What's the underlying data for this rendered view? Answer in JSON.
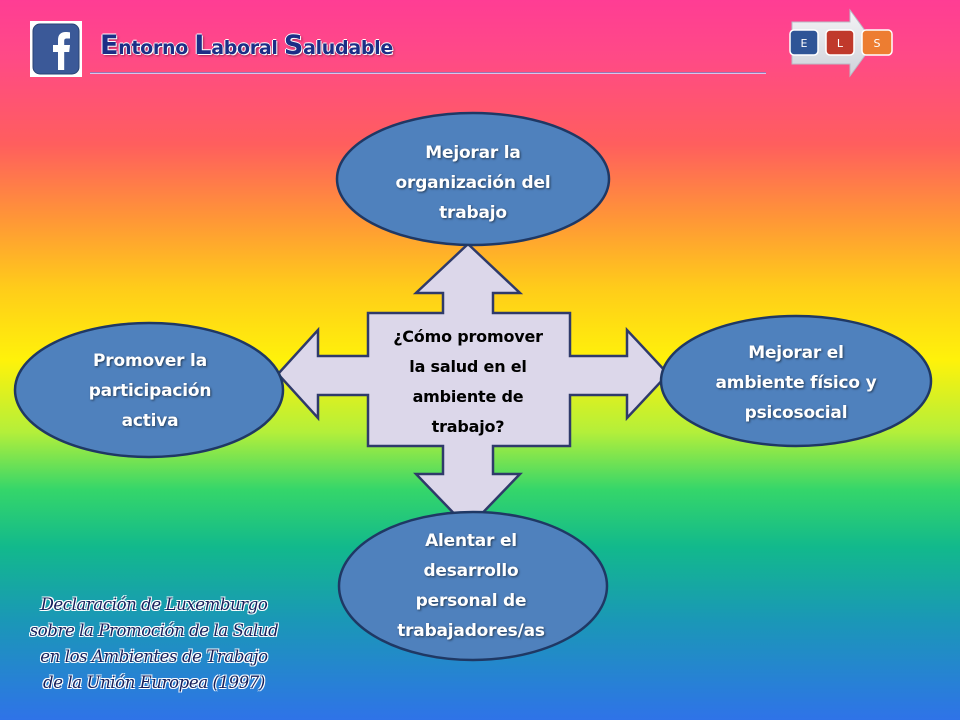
{
  "header": {
    "title_parts": [
      {
        "initial": "E",
        "rest": "ntorno "
      },
      {
        "initial": "L",
        "rest": "aboral "
      },
      {
        "initial": "S",
        "rest": "aludable"
      }
    ],
    "logo_icon": "facebook-icon",
    "badge_letters": [
      "E",
      "L",
      "S"
    ]
  },
  "diagram": {
    "center": [
      "¿Cómo promover",
      "la salud en el",
      "ambiente de",
      "trabajo?"
    ],
    "nodes": {
      "top": [
        "Mejorar la",
        "organización del",
        "trabajo"
      ],
      "left": [
        "Promover la",
        "participación",
        "activa"
      ],
      "right": [
        "Mejorar el",
        "ambiente físico y",
        "psicosocial"
      ],
      "bottom": [
        "Alentar el",
        "desarrollo",
        "personal de",
        "trabajadores/as"
      ]
    }
  },
  "citation": [
    "Declaración de Luxemburgo",
    "sobre la Promoción de la Salud",
    "en los Ambientes de Trabajo",
    "de la Unión Europea (1997)"
  ],
  "colors": {
    "ellipse_fill": "#4f81bd",
    "ellipse_stroke": "#1f3864",
    "arrow_fill": "#dcd7ea",
    "arrow_stroke": "#2f3a6a",
    "badge_e": "#2f5597",
    "badge_l": "#c0392b",
    "badge_s": "#ed7d31"
  }
}
